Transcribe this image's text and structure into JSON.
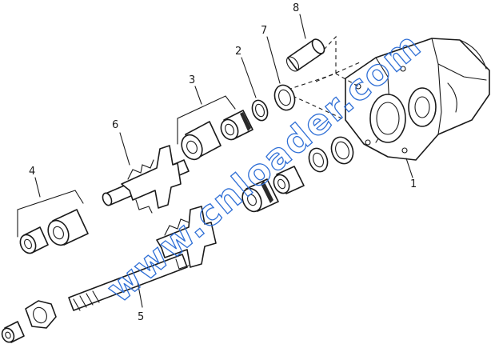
{
  "callouts": {
    "c1": "1",
    "c2": "2",
    "c3": "3",
    "c4": "4",
    "c5": "5",
    "c6": "6",
    "c7": "7",
    "c8": "8"
  },
  "watermark": "www.cnloader.com",
  "colors": {
    "line": "#1a1a1a",
    "watermark": "#2f6fd6",
    "background": "#ffffff"
  }
}
